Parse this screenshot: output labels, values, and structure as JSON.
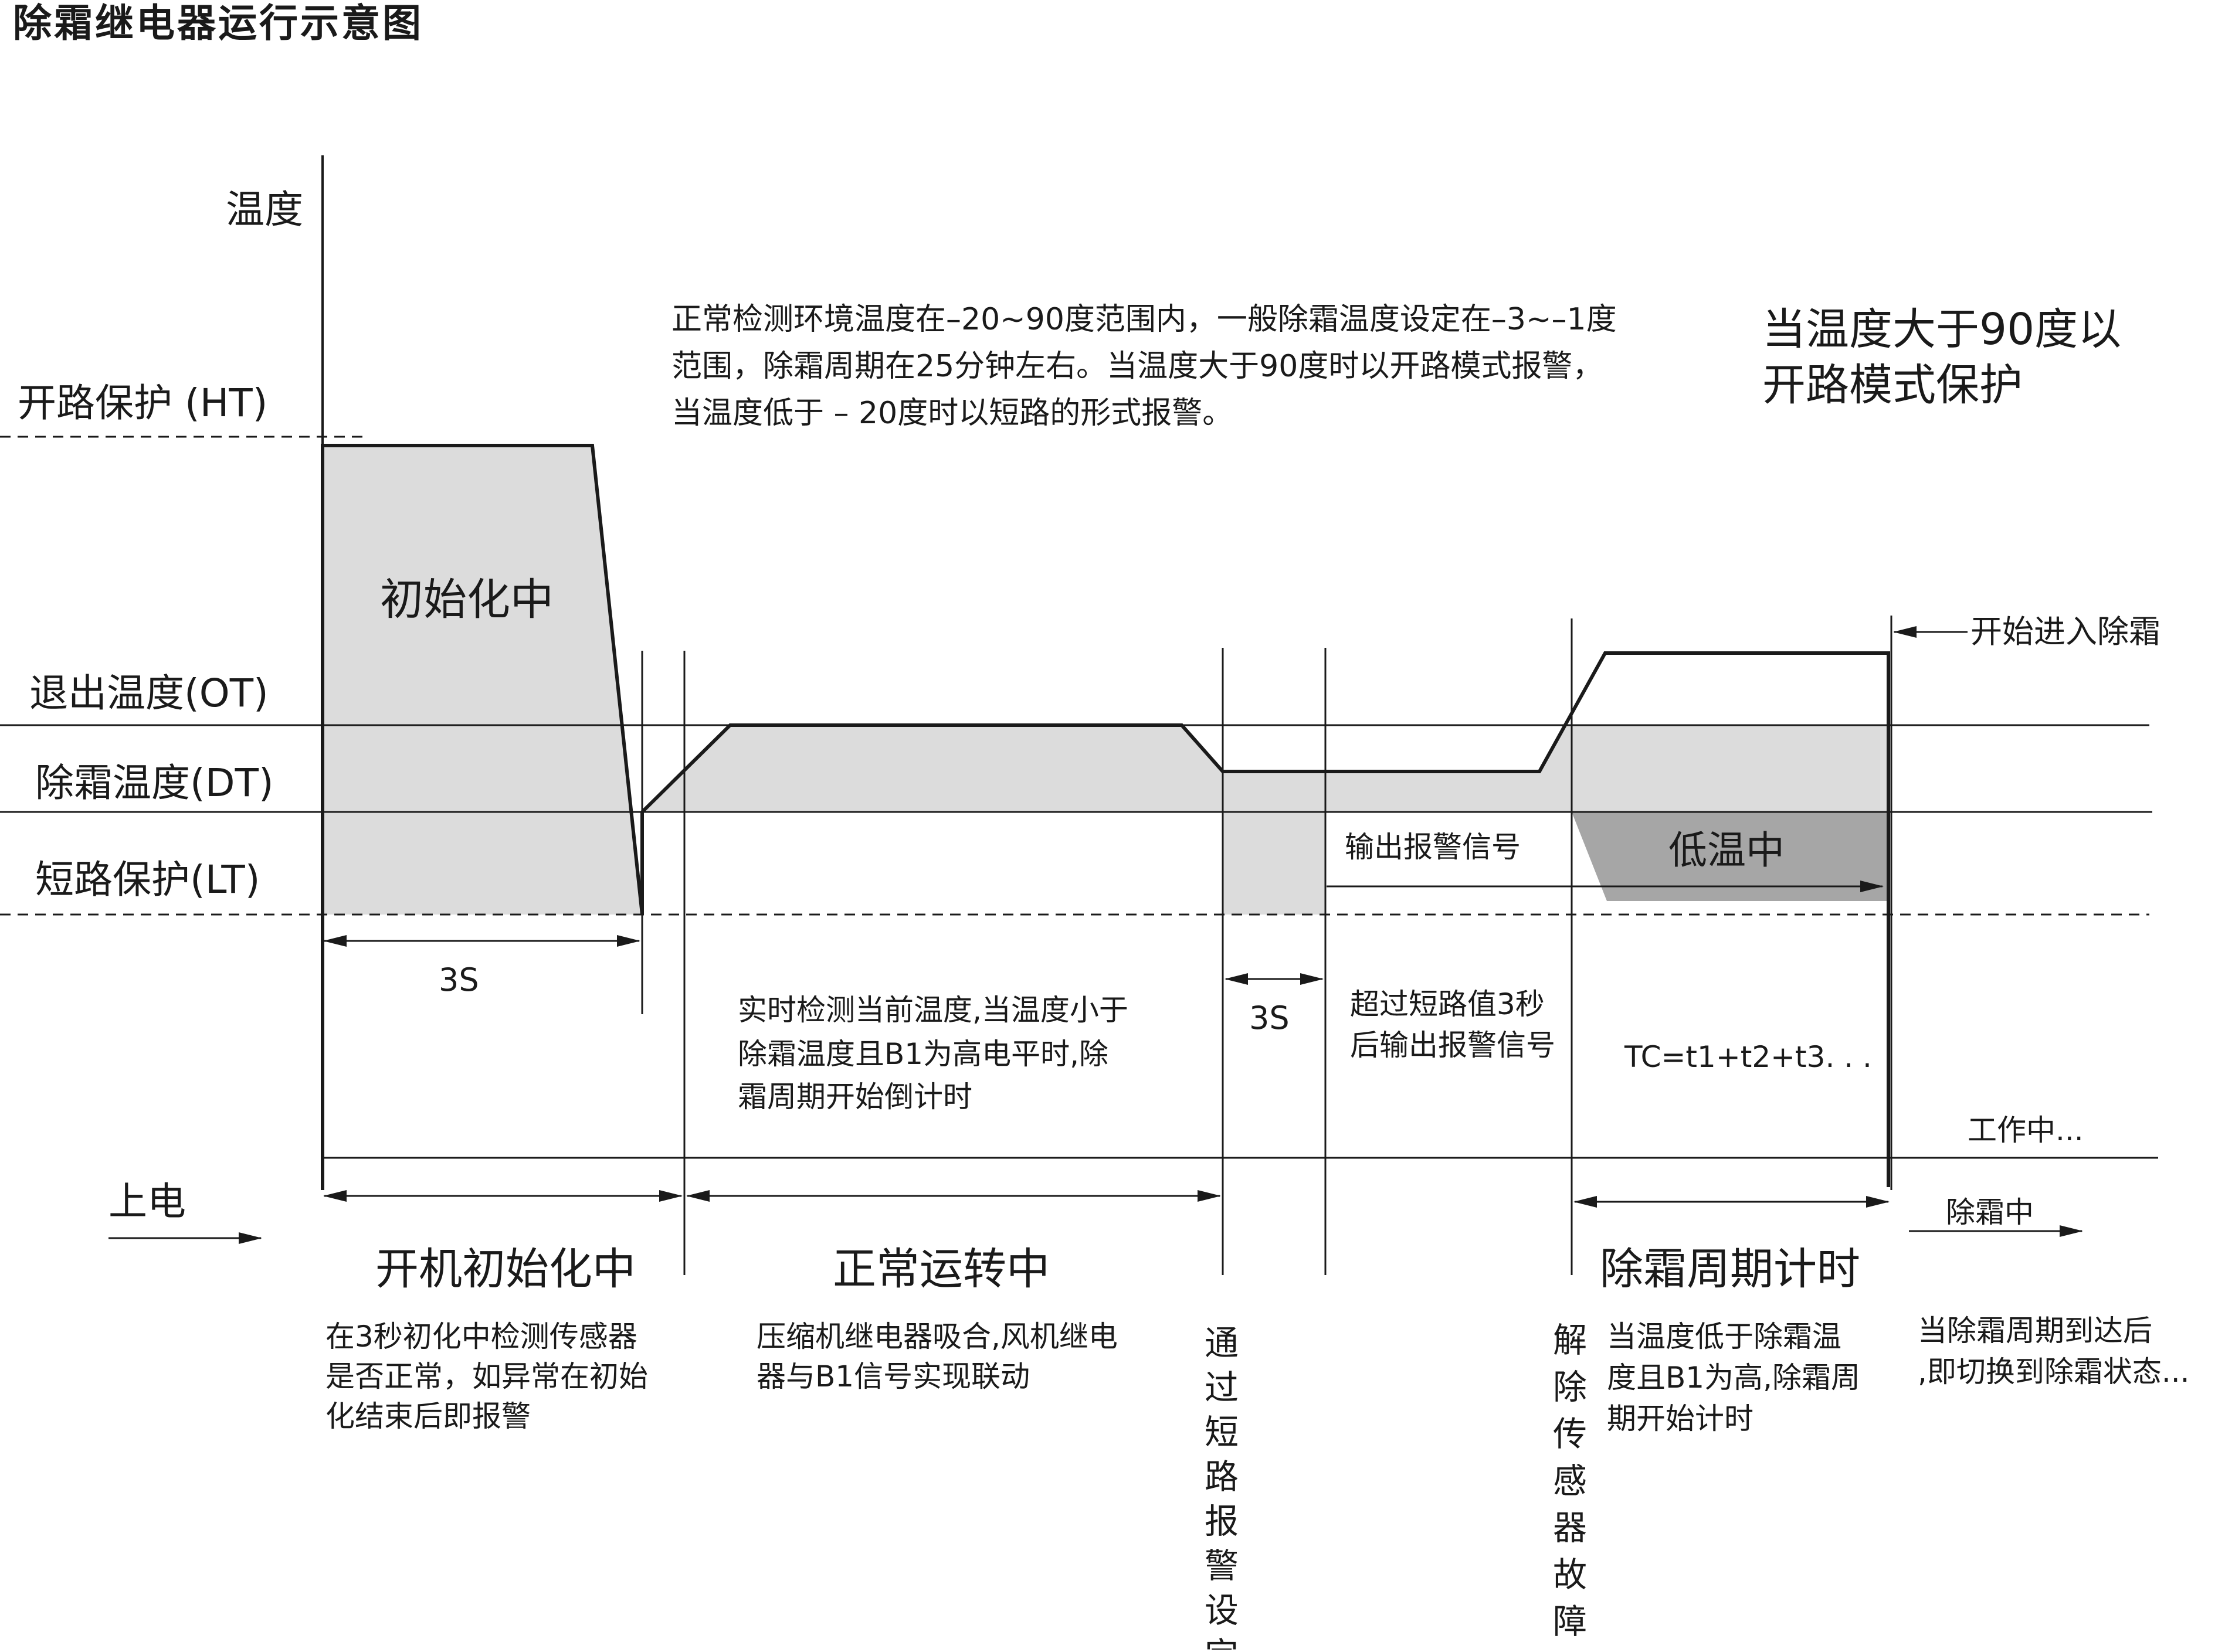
{
  "title": "除霜继电器运行示意图",
  "y_axis": {
    "label": "温度",
    "levels": {
      "ht": "开路保护 (HT)",
      "ot": "退出温度(OT)",
      "dt": "除霜温度(DT)",
      "lt": "短路保护(LT)"
    }
  },
  "x_axis": {
    "label": "上电"
  },
  "annotations": {
    "top_note": [
      "正常检测环境温度在–20~90度范围内，一般除霜温度设定在–3~–1度",
      "范围，除霜周期在25分钟左右。当温度大于90度时以开路模式报警，",
      "当温度低于 – 20度时以短路的形式报警。"
    ],
    "open_protect": [
      "当温度大于90度以",
      "开路模式保护"
    ],
    "init_area": "初始化中",
    "start_defrost": "开始进入除霜",
    "output_alarm": "输出报警信号",
    "low_temp": "低温中",
    "three_s_1": "3S",
    "three_s_2": "3S",
    "realtime": [
      "实时检测当前温度,当温度小于",
      "除霜温度且B1为高电平时,除",
      "霜周期开始倒计时"
    ],
    "exceed": [
      "超过短路值3秒",
      "后输出报警信号"
    ],
    "tc": "TC=t1+t2+t3. . .",
    "working": "工作中...",
    "defrosting": "除霜中"
  },
  "phases": {
    "init": "开机初始化中",
    "normal": "正常运转中",
    "cycle": "除霜周期计时"
  },
  "descriptions": {
    "init": [
      "在3秒初化中检测传感器",
      "是否正常，如异常在初始",
      "化结束后即报警"
    ],
    "normal": [
      "压缩机继电器吸合,风机继电",
      "器与B1信号实现联动"
    ],
    "short_alarm": "通过短路报警设定",
    "clear_fault": "解除传感器故障",
    "cycle": [
      "当温度低于除霜温",
      "度且B1为高,除霜周",
      "期开始计时"
    ],
    "defrost": [
      "当除霜周期到达后",
      ",即切换到除霜状态..."
    ]
  },
  "colors": {
    "fill_light": "#dcdcdc",
    "fill_dark": "#a6a6a6",
    "line": "#1a1a1a"
  }
}
